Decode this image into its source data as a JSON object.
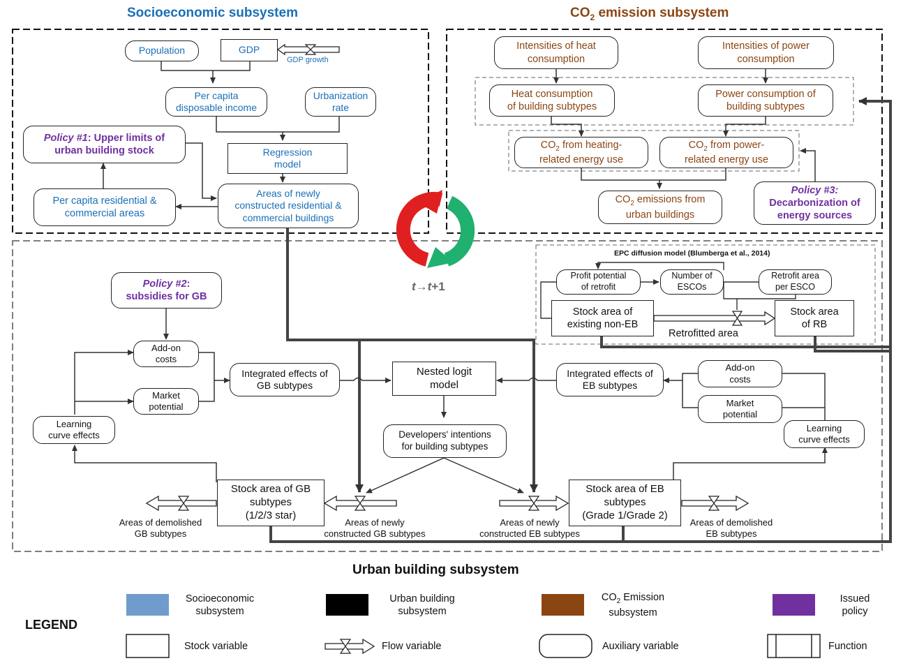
{
  "headers": {
    "socio": "Socioeconomic subsystem",
    "co2_prefix": "CO",
    "co2_sub": "2",
    "co2_suffix": " emission subsystem",
    "urban": "Urban building subsystem"
  },
  "cycle": {
    "left": "t",
    "right": "t",
    "plus": "+1"
  },
  "socio": {
    "population": "Population",
    "gdp": "GDP",
    "gdp_growth": "GDP growth",
    "income_1": "Per capita",
    "income_2": "disposable income",
    "urban_1": "Urbanization",
    "urban_2": "rate",
    "regression_1": "Regression",
    "regression_2": "model",
    "policy1_a": "Policy #1",
    "policy1_b": ": Upper limits of",
    "policy1_c": "urban building stock",
    "percap_1": "Per capita residential &",
    "percap_2": "commercial areas",
    "newareas_1": "Areas of newly",
    "newareas_2": "constructed residential &",
    "newareas_3": "commercial buildings"
  },
  "co2": {
    "int_heat_1": "Intensities of heat",
    "int_heat_2": "consumption",
    "int_power_1": "Intensities of power",
    "int_power_2": "consumption",
    "heat_cons_1": "Heat consumption",
    "heat_cons_2": "of building subtypes",
    "power_cons_1": "Power consumption of",
    "power_cons_2": "building subtypes",
    "co2_heat_1a": "CO",
    "co2_heat_1b": "2",
    "co2_heat_1c": " from heating-",
    "co2_heat_2": "related energy use",
    "co2_power_1a": "CO",
    "co2_power_1b": "2",
    "co2_power_1c": " from power-",
    "co2_power_2": "related energy use",
    "co2_total_1a": "CO",
    "co2_total_1b": "2",
    "co2_total_1c": " emissions from",
    "co2_total_2": "urban buildings",
    "policy3_a": "Policy #3:",
    "policy3_b": "Decarbonization of",
    "policy3_c": "energy sources"
  },
  "urban": {
    "epc_title": "EPC diffusion model (Blumberga et al., 2014)",
    "profit_1": "Profit potential",
    "profit_2": "of retrofit",
    "escos_1": "Number of",
    "escos_2": "ESCOs",
    "retro_area_1": "Retrofit area",
    "retro_area_2": "per ESCO",
    "stock_nonEB_1": "Stock area of",
    "stock_nonEB_2": "existing non-EB",
    "stock_RB_1": "Stock area",
    "stock_RB_2": "of RB",
    "retrofitted": "Retrofitted area",
    "policy2_a": "Policy #2",
    "policy2_b": ":",
    "policy2_c": "subsidies for GB",
    "addon_gb_1": "Add-on",
    "addon_gb_2": "costs",
    "market_gb_1": "Market",
    "market_gb_2": "potential",
    "learning_gb_1": "Learning",
    "learning_gb_2": "curve effects",
    "integ_gb_1": "Integrated effects of",
    "integ_gb_2": "GB subtypes",
    "nested_1": "Nested logit",
    "nested_2": "model",
    "integ_eb_1": "Integrated effects of",
    "integ_eb_2": "EB subtypes",
    "addon_eb_1": "Add-on",
    "addon_eb_2": "costs",
    "market_eb_1": "Market",
    "market_eb_2": "potential",
    "learning_eb_1": "Learning",
    "learning_eb_2": "curve effects",
    "dev_1": "Developers' intentions",
    "dev_2": "for building subtypes",
    "stock_gb_1": "Stock area of GB",
    "stock_gb_2": "subtypes",
    "stock_gb_3": "(1/2/3 star)",
    "stock_eb_1": "Stock area of EB",
    "stock_eb_2": "subtypes",
    "stock_eb_3": "(Grade 1/Grade 2)",
    "demol_gb_1": "Areas of demolished",
    "demol_gb_2": "GB subtypes",
    "new_gb_1": "Areas of newly",
    "new_gb_2": "constructed GB subtypes",
    "new_eb_1": "Areas of newly",
    "new_eb_2": "constructed EB subtypes",
    "demol_eb_1": "Areas of demolished",
    "demol_eb_2": "EB subtypes"
  },
  "legend": {
    "title": "LEGEND",
    "socio_1": "Socioeconomic",
    "socio_2": "subsystem",
    "urban_1": "Urban building",
    "urban_2": "subsystem",
    "co2_1a": "CO",
    "co2_1b": "2",
    "co2_1c": " Emission",
    "co2_2": "subsystem",
    "policy_1": "Issued",
    "policy_2": "policy",
    "stock": "Stock variable",
    "flow": "Flow variable",
    "aux": "Auxiliary variable",
    "function": "Function"
  },
  "colors": {
    "socio": "#1a6fb8",
    "socio_legend": "#6f9ccc",
    "co2": "#8b4513",
    "policy": "#7030a0",
    "urban": "#000000",
    "cycle_red": "#e02020",
    "cycle_green": "#20b070"
  }
}
